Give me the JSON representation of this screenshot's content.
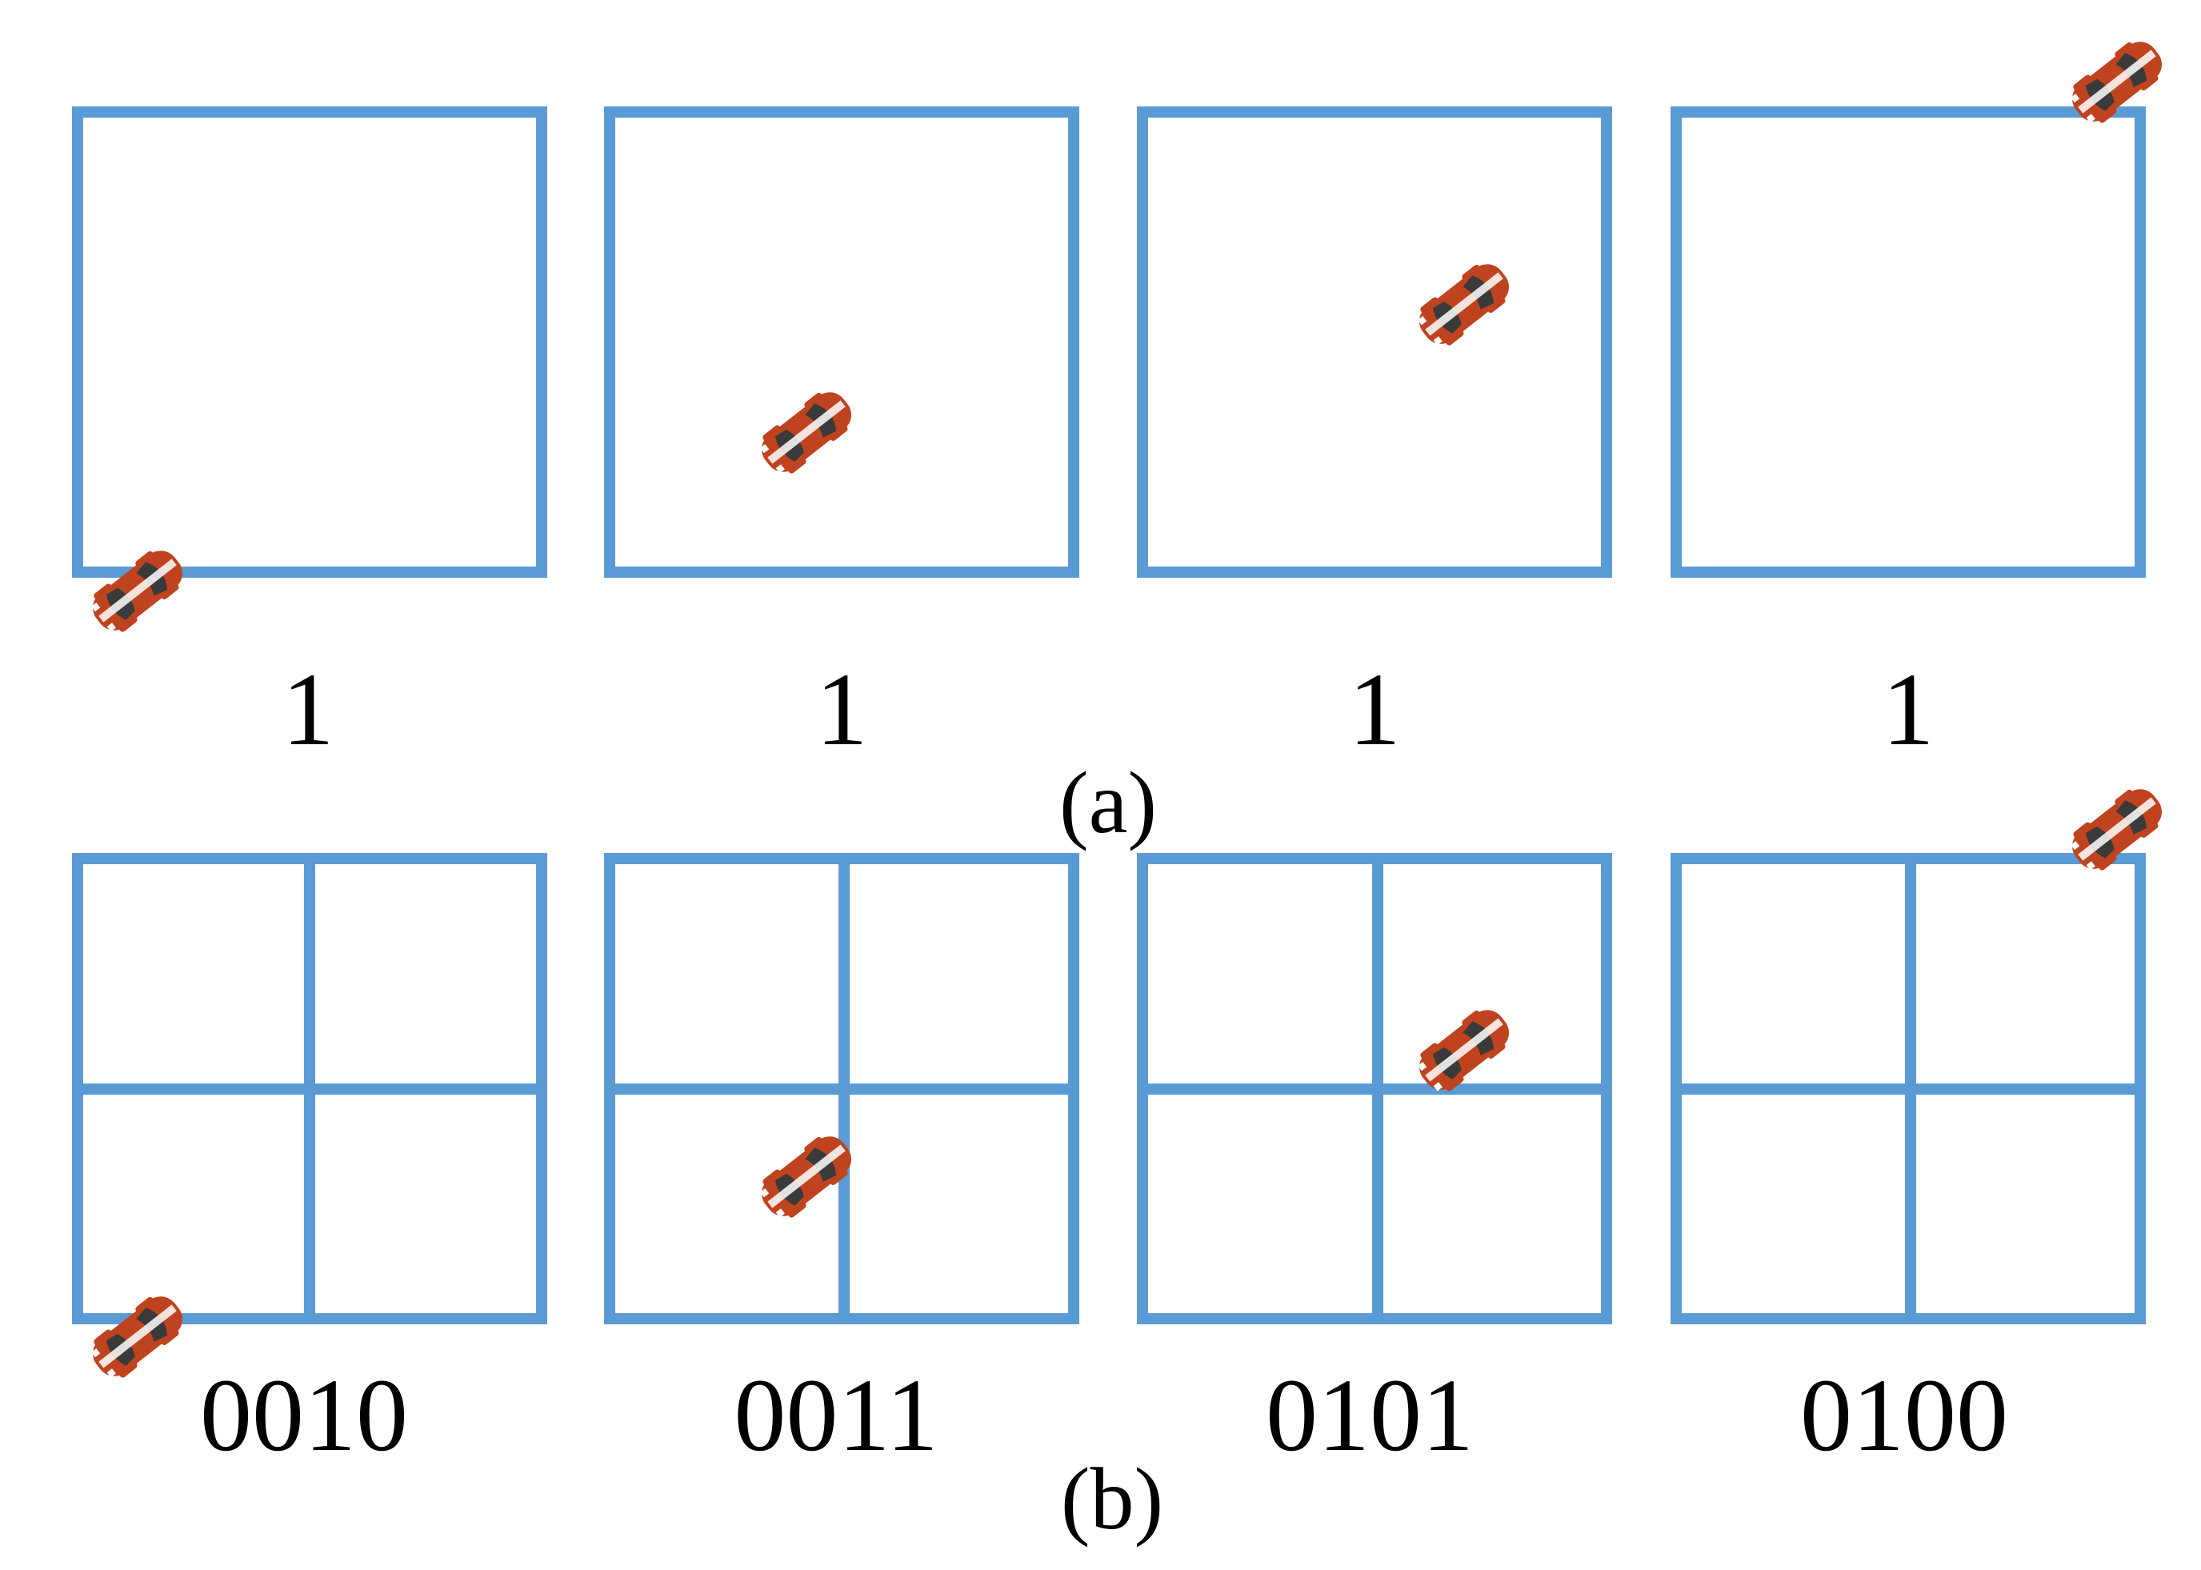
{
  "colors": {
    "grid_stroke": "#5b9bd5",
    "car_body": "#c0431f",
    "car_dark": "#3a3a3a",
    "car_light": "#ffffff"
  },
  "row_a": {
    "caption": "(a)",
    "panels": [
      {
        "code": "1",
        "car_icon": "red-car-icon"
      },
      {
        "code": "1",
        "car_icon": "red-car-icon"
      },
      {
        "code": "1",
        "car_icon": "red-car-icon"
      },
      {
        "code": "1",
        "car_icon": "red-car-icon"
      }
    ]
  },
  "row_b": {
    "caption": "(b)",
    "panels": [
      {
        "code": "0010",
        "car_icon": "red-car-icon"
      },
      {
        "code": "0011",
        "car_icon": "red-car-icon"
      },
      {
        "code": "0101",
        "car_icon": "red-car-icon"
      },
      {
        "code": "0100",
        "car_icon": "red-car-icon"
      }
    ]
  }
}
